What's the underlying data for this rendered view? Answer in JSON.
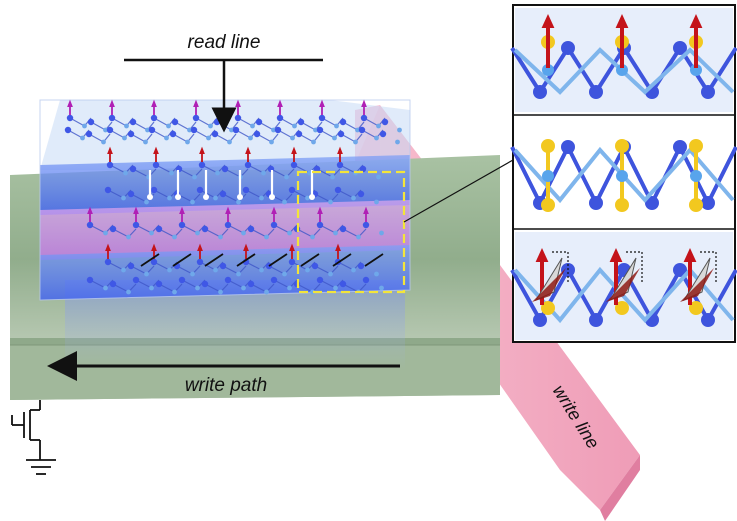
{
  "labels": {
    "read_line": "read line",
    "write_path": "write path",
    "write_line": "write line"
  },
  "colors": {
    "write_path_layer": "#8fae8b",
    "write_line_bar": "#f2a3bd",
    "blue_layer": "#4f6ff0",
    "pink_layer": "#e291e8",
    "atom_blue": "#3f57e6",
    "atom_light": "#6fa8ea",
    "spin_red": "#c4131a",
    "spin_yellow": "#f2c81f",
    "spin_magenta": "#b020b5",
    "selection_box": "#f3e53a"
  },
  "icons": {
    "ground": "ground-symbol-icon",
    "transistor": "transistor-icon"
  }
}
